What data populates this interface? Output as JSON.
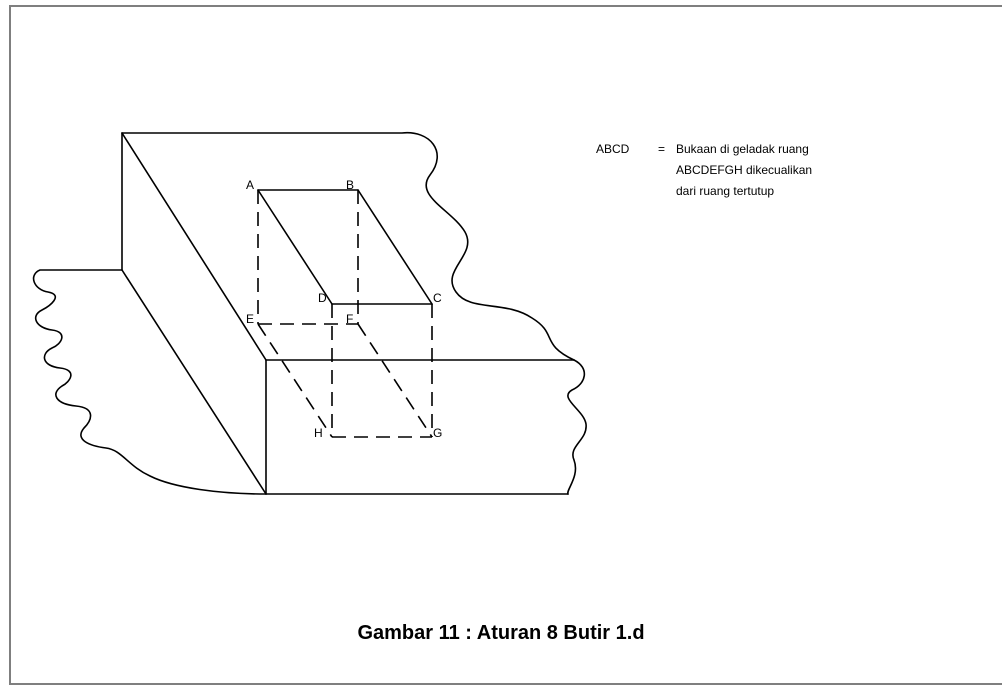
{
  "figure": {
    "caption": "Gambar 11 : Aturan 8 Butir 1.d"
  },
  "legend": {
    "key": "ABCD",
    "equals": "=",
    "lines": [
      "Bukaan di geladak ruang",
      "ABCDEFGH dikecualikan",
      "dari ruang tertutup"
    ]
  },
  "points": {
    "A": "A",
    "B": "B",
    "C": "C",
    "D": "D",
    "E": "E",
    "F": "F",
    "G": "G",
    "H": "H"
  }
}
